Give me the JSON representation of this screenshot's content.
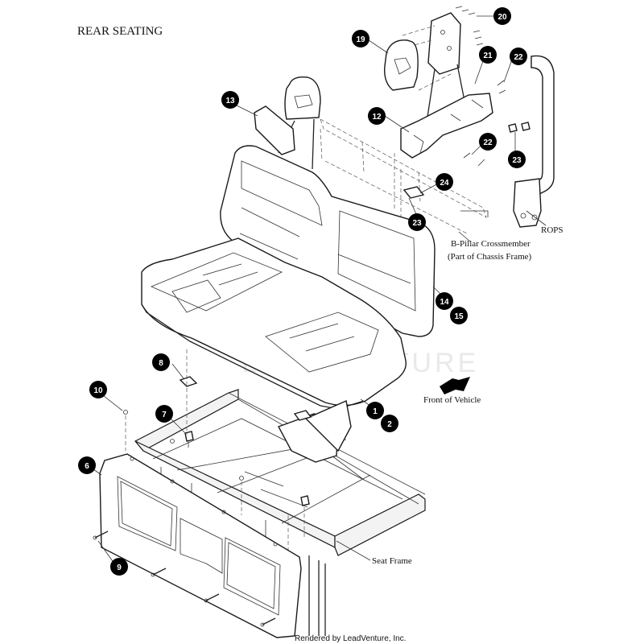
{
  "title": "REAR SEATING",
  "labels": {
    "rops": "ROPS",
    "b_pillar_line1": "B-Pillar Crossmember",
    "b_pillar_line2": "(Part of Chassis Frame)",
    "front_of_vehicle": "Front of Vehicle",
    "seat_frame": "Seat Frame",
    "credit": "Rendered by LeadVenture, Inc.",
    "watermark": "LEADVENTURE"
  },
  "callouts": [
    "19",
    "20",
    "21",
    "22",
    "12",
    "13",
    "22",
    "23",
    "24",
    "23",
    "14",
    "15",
    "8",
    "10",
    "7",
    "1",
    "2",
    "6",
    "9"
  ]
}
